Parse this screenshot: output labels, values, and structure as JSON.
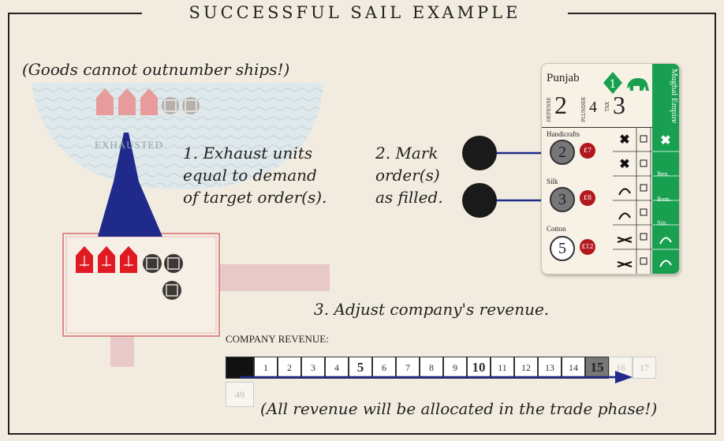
{
  "title": "SUCCESSFUL SAIL EXAMPLE",
  "notes": {
    "goods": "(Goods cannot outnumber ships!)",
    "exhausted": "EXHAUSTED",
    "step1_lines": [
      "1. Exhaust units",
      "equal to demand",
      "of target order(s)."
    ],
    "step2_lines": [
      "2. Mark",
      "order(s)",
      "as filled."
    ],
    "step3": "3. Adjust company's revenue.",
    "revenue_label": "COMPANY REVENUE:",
    "footer": "(All revenue will be allocated in the trade phase!)"
  },
  "card": {
    "name": "Punjab",
    "empire": "Mughal Empire",
    "empire_lines": [
      "Mughal",
      "Empire"
    ],
    "badge": "1",
    "defense_label": "DEFENSE",
    "defense": "2",
    "plunder_label": "PLUNDER",
    "plunder": "4",
    "tax_label": "TAX",
    "tax": "3",
    "orders": [
      {
        "good": "Handicrafts",
        "demand": "2",
        "price": "£7",
        "filled": true
      },
      {
        "good": "Silk",
        "demand": "3",
        "price": "£8",
        "filled": true
      },
      {
        "good": "Cotton",
        "demand": "5",
        "price": "£12",
        "filled": false
      }
    ],
    "side_labels": [
      "Ben.",
      "Bom.",
      "Sin."
    ]
  },
  "revenue_track": {
    "cells": [
      "1",
      "2",
      "3",
      "4",
      "5",
      "6",
      "7",
      "8",
      "9",
      "10",
      "11",
      "12",
      "13",
      "14",
      "15",
      "16",
      "17"
    ],
    "bold": [
      "5",
      "10",
      "15"
    ],
    "highlighted": "15",
    "overflow": "49"
  },
  "colors": {
    "ship_red": "#e01a22",
    "ship_pink": "#e79a9a",
    "goods_dark": "#3e3835",
    "empire_green": "#18a050",
    "arrow_blue": "#1f2a8a"
  }
}
